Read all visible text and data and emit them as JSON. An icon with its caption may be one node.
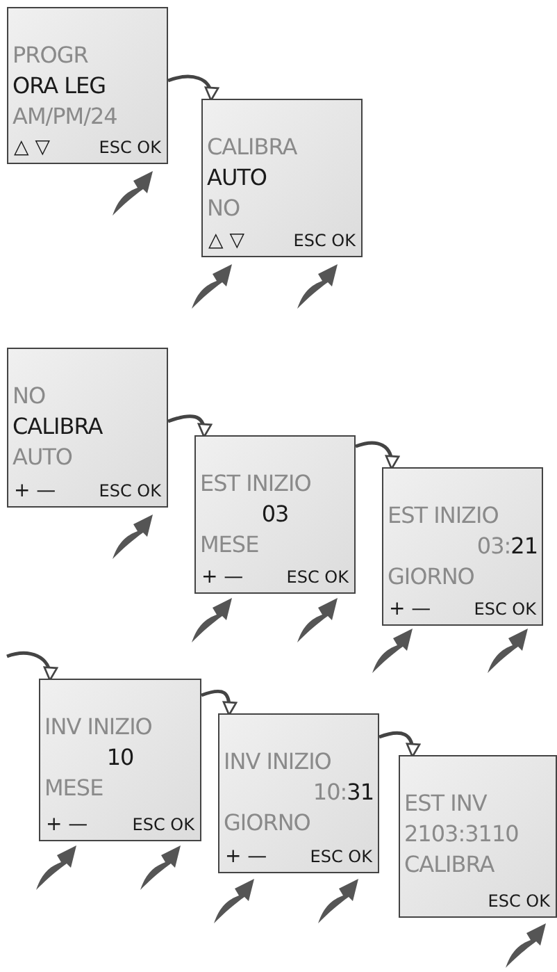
{
  "diagram": {
    "nodes": [
      {
        "text": [
          "PROGR",
          "ORA LEG",
          "AM/PM/24",
          "△ ▽",
          "ESC OK"
        ]
      },
      {
        "text": [
          "CALIBRA",
          "AUTO",
          "NO",
          "△ ▽",
          "ESC OK"
        ]
      },
      {
        "text": [
          "NO",
          "CALIBRA",
          "AUTO",
          "+ —",
          "ESC OK"
        ]
      },
      {
        "text": [
          "EST INIZIO",
          "03",
          "MESE",
          "+ —",
          "ESC OK"
        ]
      },
      {
        "text": [
          "EST INIZIO",
          "03:**21**",
          "GIORNO",
          "+ —",
          "ESC OK"
        ]
      },
      {
        "text": [
          "INV INIZIO",
          "10",
          "MESE",
          "+ —",
          "ESC OK"
        ]
      },
      {
        "text": [
          "INV INIZIO",
          "10:**31**",
          "GIORNO",
          "+ —",
          "ESC OK"
        ]
      },
      {
        "text": [
          "EST INV",
          "2103:3110",
          "CALIBRA",
          "ESC OK"
        ]
      }
    ],
    "edges": [
      {
        "from": 0,
        "to": 1,
        "arrow": "to"
      },
      {
        "from": 2,
        "to": 3,
        "arrow": "to"
      },
      {
        "from": 3,
        "to": 4,
        "arrow": "to"
      },
      {
        "from": null,
        "to": 5,
        "arrow": "to"
      },
      {
        "from": 5,
        "to": 6,
        "arrow": "to"
      },
      {
        "from": 6,
        "to": 7,
        "arrow": "to"
      }
    ]
  }
}
